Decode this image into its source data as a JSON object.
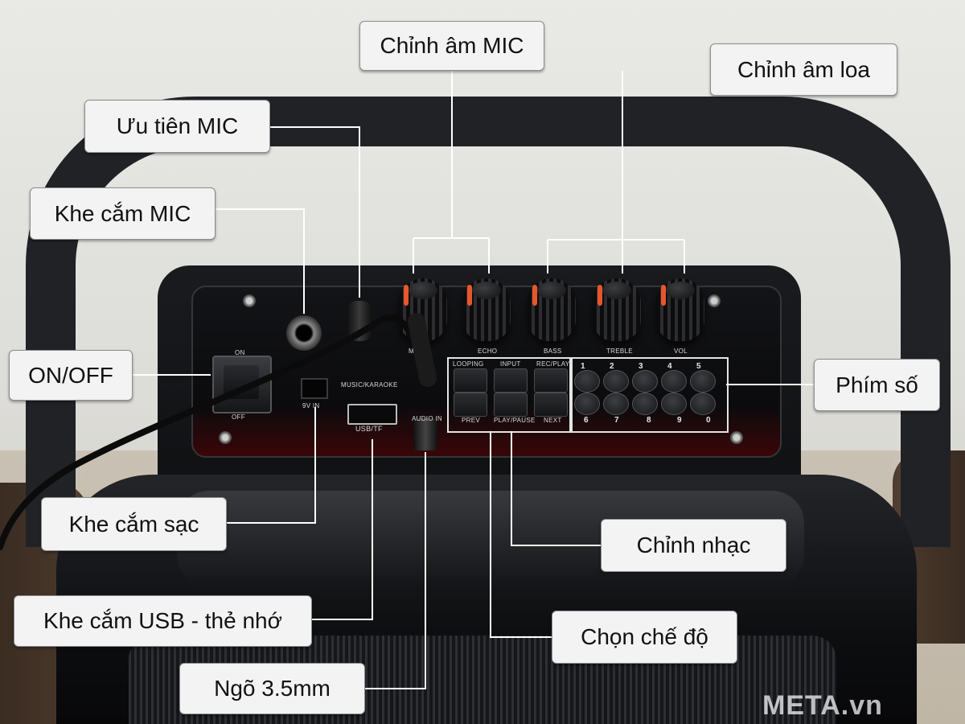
{
  "labels": {
    "chinh_am_mic": "Chỉnh âm MIC",
    "chinh_am_loa": "Chỉnh âm loa",
    "uu_tien_mic": "Ưu tiên MIC",
    "khe_cam_mic": "Khe cắm MIC",
    "on_off": "ON/OFF",
    "phim_so": "Phím số",
    "khe_cam_sac": "Khe cắm sạc",
    "chinh_nhac": "Chỉnh nhạc",
    "khe_cam_usb": "Khe cắm USB - thẻ nhớ",
    "chon_che_do": "Chọn chế độ",
    "ngo_35mm": "Ngõ 3.5mm"
  },
  "panel": {
    "switch_on": "ON",
    "switch_off": "OFF",
    "knobs": [
      "MIC",
      "ECHO",
      "BASS",
      "TREBLE",
      "VOL"
    ],
    "top_buttons": [
      "LOOPING",
      "INPUT",
      "REC/PLAY"
    ],
    "bottom_buttons": [
      "PREV",
      "PLAY/PAUSE",
      "NEXT"
    ],
    "dc_in": "9V IN",
    "usb": "USB/TF",
    "audio_in": "AUDIO IN",
    "priority": "MUSIC/KARAOKE",
    "numbers_top": [
      "1",
      "2",
      "3",
      "4",
      "5"
    ],
    "numbers_bottom": [
      "6",
      "7",
      "8",
      "9",
      "0"
    ]
  },
  "watermark": "META.vn"
}
